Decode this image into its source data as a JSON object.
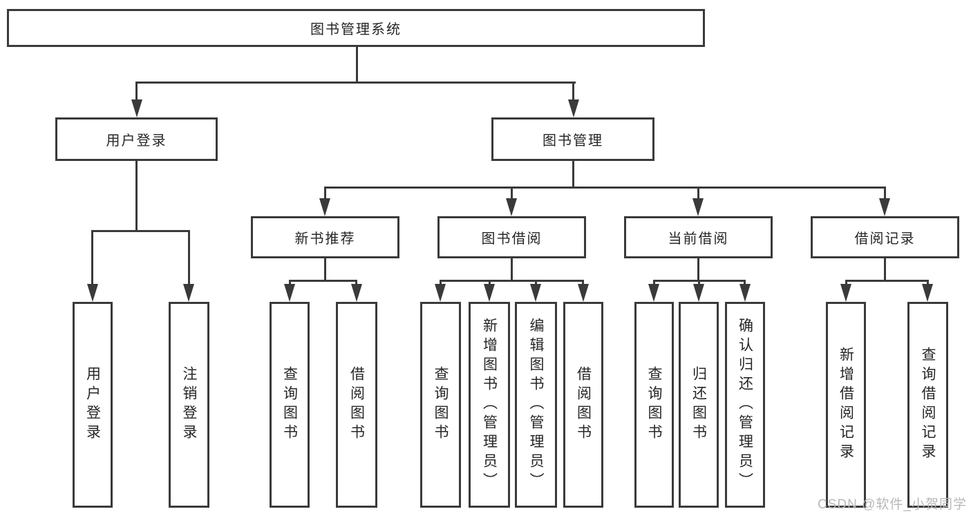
{
  "diagram_type": "hierarchy-tree",
  "tree": {
    "root": {
      "label": "图书管理系统",
      "children": [
        {
          "label": "用户登录",
          "children": [
            {
              "label": "用户登录"
            },
            {
              "label": "注销登录"
            }
          ]
        },
        {
          "label": "图书管理",
          "children": [
            {
              "label": "新书推荐",
              "children": [
                {
                  "label": "查询图书"
                },
                {
                  "label": "借阅图书"
                }
              ]
            },
            {
              "label": "图书借阅",
              "children": [
                {
                  "label": "查询图书"
                },
                {
                  "label": "新增图书（管理员）"
                },
                {
                  "label": "编辑图书（管理员）"
                },
                {
                  "label": "借阅图书"
                }
              ]
            },
            {
              "label": "当前借阅",
              "children": [
                {
                  "label": "查询图书"
                },
                {
                  "label": "归还图书"
                },
                {
                  "label": "确认归还（管理员）"
                }
              ]
            },
            {
              "label": "借阅记录",
              "children": [
                {
                  "label": "新增借阅记录"
                },
                {
                  "label": "查询借阅记录"
                }
              ]
            }
          ]
        }
      ]
    }
  },
  "watermark": {
    "text": "CSDN @软件_小贺同学"
  },
  "colors": {
    "line": "#3a3a3a",
    "text": "#262626",
    "watermark": "#b8b8b8",
    "background": "#ffffff"
  }
}
